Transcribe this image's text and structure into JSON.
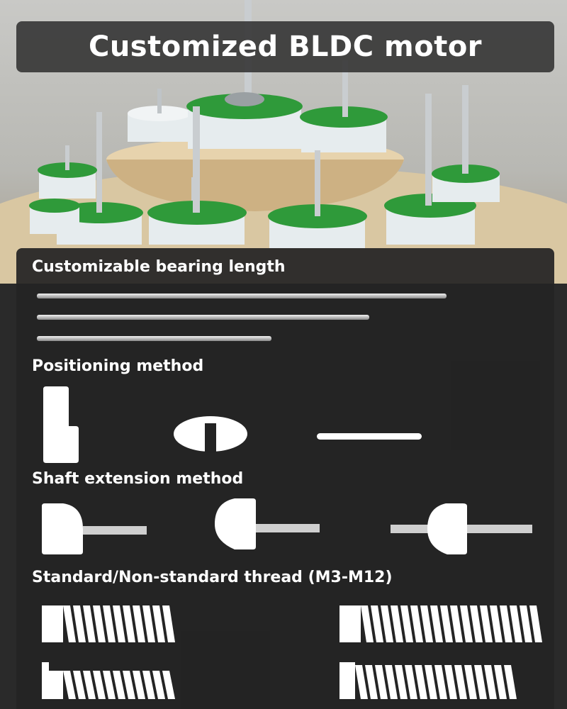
{
  "title": "Customized BLDC motor",
  "sections": {
    "bearing_length": "Customizable bearing length",
    "positioning": "Positioning method",
    "shaft_extension": "Shaft extension method",
    "thread": "Standard/Non-standard thread (M3-M12)"
  },
  "colors": {
    "panel": "#232323",
    "pcb_green": "#2f9a3a",
    "motor_white": "#e6ecee",
    "wood": "#e2c9a0"
  }
}
